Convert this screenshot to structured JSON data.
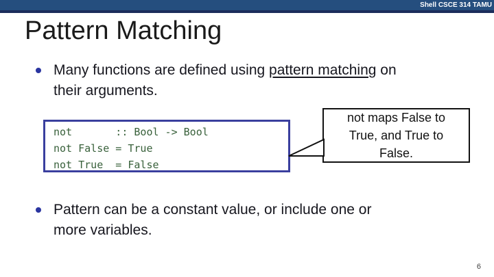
{
  "header": {
    "course_label": "Shell CSCE 314 TAMU"
  },
  "title": "Pattern Matching",
  "bullets": [
    {
      "line1_pre": "Many functions are defined using ",
      "line1_underlined": "pattern matching",
      "line1_post": " on",
      "line2": "their arguments."
    },
    {
      "line1": "Pattern can be a constant value, or include one or",
      "line2": "more variables."
    }
  ],
  "code_box": {
    "code": "not       :: Bool -> Bool\nnot False = True\nnot True  = False"
  },
  "callout": {
    "lines": [
      "not maps False to",
      "True, and True to",
      "False."
    ]
  },
  "page_number": "6",
  "colors": {
    "topbar_blue": "#254E7E",
    "topbar_dark": "#1B2D5B",
    "bullet_dot_blue": "#2A35A0",
    "code_border_indigo": "#3A3F9E",
    "code_text_green": "#38603A",
    "callout_border_black": "#111111"
  }
}
